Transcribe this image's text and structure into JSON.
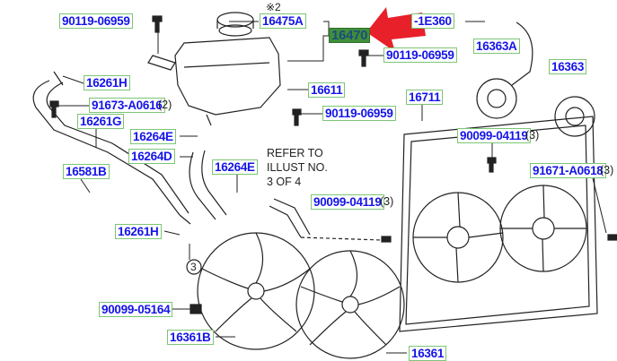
{
  "parts": [
    {
      "id": "p1",
      "label": "90119-06959"
    },
    {
      "id": "p2",
      "label": "16475A"
    },
    {
      "id": "p3",
      "label": "16470",
      "highlighted": true
    },
    {
      "id": "p4",
      "label": "-1E360"
    },
    {
      "id": "p5",
      "label": "90119-06959"
    },
    {
      "id": "p6",
      "label": "16363A"
    },
    {
      "id": "p7",
      "label": "16363"
    },
    {
      "id": "p8",
      "label": "16261H"
    },
    {
      "id": "p9",
      "label": "91673-A0616",
      "qty": "(2)"
    },
    {
      "id": "p10",
      "label": "16611"
    },
    {
      "id": "p11",
      "label": "16261G"
    },
    {
      "id": "p12",
      "label": "90119-06959"
    },
    {
      "id": "p13",
      "label": "16711"
    },
    {
      "id": "p14",
      "label": "16264E"
    },
    {
      "id": "p15",
      "label": "16264D"
    },
    {
      "id": "p16",
      "label": "90099-04119",
      "qty": "(3)"
    },
    {
      "id": "p17",
      "label": "16581B"
    },
    {
      "id": "p18",
      "label": "16264E"
    },
    {
      "id": "p19",
      "label": "91671-A0618",
      "qty": "(3)"
    },
    {
      "id": "p20",
      "label": "90099-04119",
      "qty": "(3)"
    },
    {
      "id": "p21",
      "label": "16261H"
    },
    {
      "id": "p22",
      "label": "90099-05164"
    },
    {
      "id": "p23",
      "label": "16361B"
    },
    {
      "id": "p24",
      "label": "16361"
    }
  ],
  "note_mark": "※2",
  "refer_note": [
    "REFER TO",
    "ILLUST NO.",
    "3 OF 4"
  ],
  "circle_ref": "3",
  "colors": {
    "label_text": "#1515e8",
    "label_border": "#7cc576",
    "highlight_bg": "#3f8f3a",
    "arrow": "#e8202a"
  }
}
